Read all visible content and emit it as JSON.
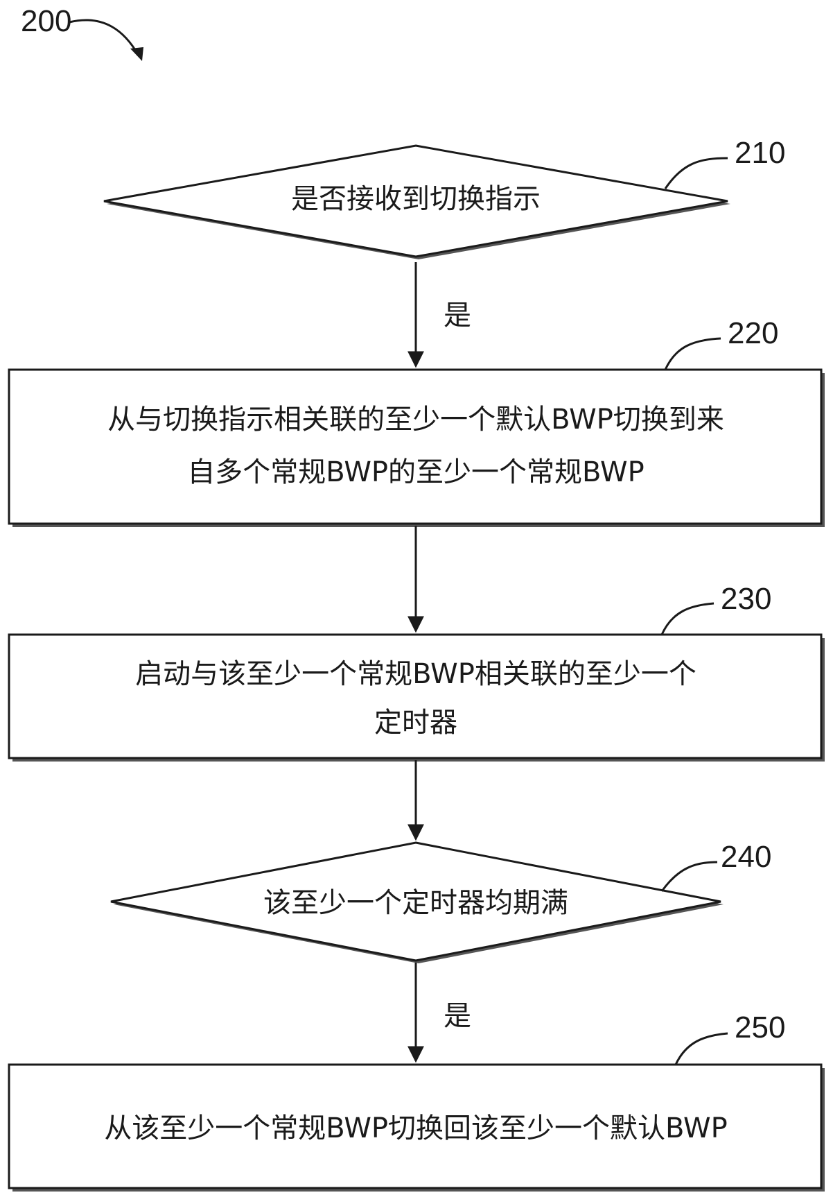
{
  "figure_number": "200",
  "nodes": [
    {
      "id": "210",
      "ref": "210",
      "shape": "diamond",
      "lines": [
        "是否接收到切换指示"
      ]
    },
    {
      "id": "220",
      "ref": "220",
      "shape": "rect",
      "lines": [
        "从与切换指示相关联的至少一个默认BWP切换到来",
        "自多个常规BWP的至少一个常规BWP"
      ]
    },
    {
      "id": "230",
      "ref": "230",
      "shape": "rect",
      "lines": [
        "启动与该至少一个常规BWP相关联的至少一个",
        "定时器"
      ]
    },
    {
      "id": "240",
      "ref": "240",
      "shape": "diamond",
      "lines": [
        "该至少一个定时器均期满"
      ]
    },
    {
      "id": "250",
      "ref": "250",
      "shape": "rect",
      "lines": [
        "从该至少一个常规BWP切换回该至少一个默认BWP"
      ]
    }
  ],
  "edges": [
    {
      "from": "210",
      "to": "220",
      "label": "是"
    },
    {
      "from": "220",
      "to": "230",
      "label": ""
    },
    {
      "from": "230",
      "to": "240",
      "label": ""
    },
    {
      "from": "240",
      "to": "250",
      "label": "是"
    }
  ],
  "colors": {
    "line": "#1a1a1a",
    "shadow": "#555555",
    "fill": "#ffffff"
  }
}
